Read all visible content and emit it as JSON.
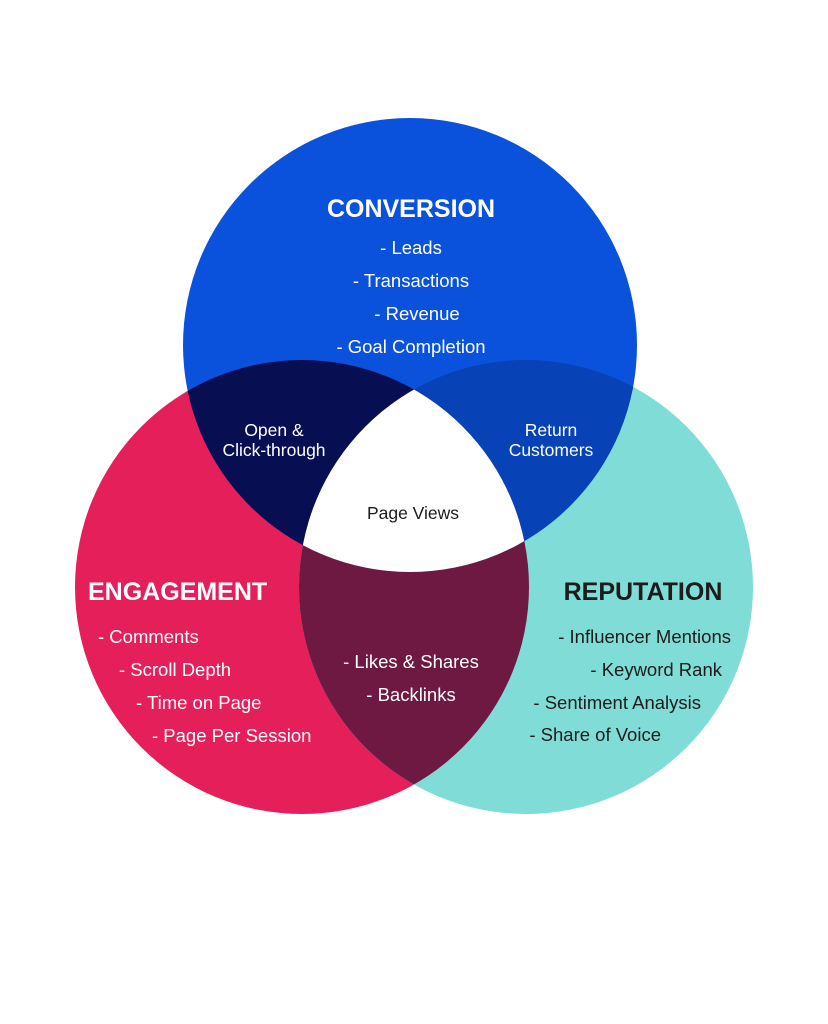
{
  "colors": {
    "conversion": "#0a52dc",
    "engagement": "#e41f5a",
    "reputation": "#80dcd6",
    "conversion_engagement": "#070e52",
    "conversion_reputation": "#0742b6",
    "engagement_reputation": "#6e1942",
    "center": "#ffffff",
    "dark_text": "#1c1c1c"
  },
  "conversion": {
    "title": "CONVERSION",
    "items": [
      "- Leads",
      "- Transactions",
      "- Revenue",
      "- Goal Completion"
    ]
  },
  "engagement": {
    "title": "ENGAGEMENT",
    "items": [
      "- Comments",
      "- Scroll Depth",
      "- Time on Page",
      "- Page Per Session"
    ]
  },
  "reputation": {
    "title": "REPUTATION",
    "items": [
      "- Influencer Mentions",
      "- Keyword Rank",
      "- Sentiment Analysis",
      "- Share of Voice"
    ]
  },
  "overlaps": {
    "conversion_engagement": [
      "Open &",
      "Click-through"
    ],
    "conversion_reputation": [
      "Return",
      "Customers"
    ],
    "engagement_reputation": [
      "- Likes & Shares",
      "- Backlinks"
    ],
    "center": "Page Views"
  }
}
